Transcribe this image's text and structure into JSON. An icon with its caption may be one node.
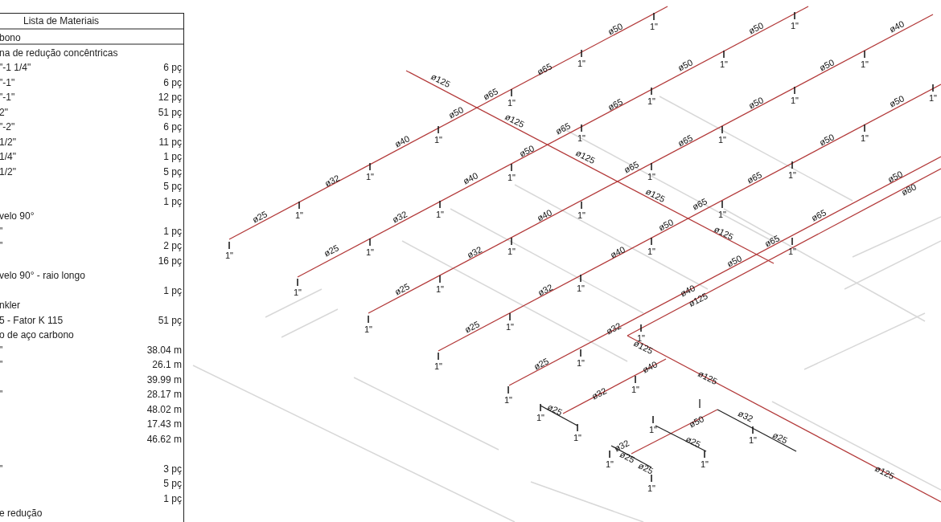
{
  "diagram": {
    "labels": [
      "Lista de Materiais",
      "bono",
      "na de redução concêntricas",
      "\"-1 1/4\"",
      "6 pç",
      "\"-1\"",
      "6 pç",
      "\"-1\"",
      "12 pç",
      "2\"",
      "51 pç",
      "\"-2\"",
      "6 pç",
      "1/2\"",
      "11 pç",
      "1/4\"",
      "1 pç",
      "1/2\"",
      "5 pç",
      "5 pç",
      "1 pç",
      "velo 90°",
      "\"",
      "1 pç",
      "\"",
      "2 pç",
      "16 pç",
      "velo 90° - raio longo",
      "1 pç",
      "nkler",
      "5 - Fator K 115",
      "51 pç",
      "o de aço carbono",
      "\"",
      "38.04 m",
      "\"",
      "26.1 m",
      "39.99 m",
      "\"",
      "28.17 m",
      "48.02 m",
      "17.43 m",
      "46.62 m",
      "\"",
      "3 pç",
      "5 pç",
      "1 pç",
      "e redução",
      "ø125",
      "ø125",
      "ø125",
      "ø125",
      "ø125",
      "ø25",
      "1\"",
      "1\"",
      "ø32",
      "1\"",
      "ø40",
      "1\"",
      "ø50",
      "ø65",
      "1\"",
      "ø65",
      "1\"",
      "ø50",
      "1\"",
      "1\"",
      "ø25",
      "1\"",
      "ø32",
      "1\"",
      "ø40",
      "1\"",
      "ø50",
      "ø65",
      "1\"",
      "ø65",
      "1\"",
      "ø50",
      "1\"",
      "ø50",
      "1\"",
      "1\"",
      "ø25",
      "1\"",
      "ø32",
      "1\"",
      "ø40",
      "1\"",
      "ø65",
      "1\"",
      "ø65",
      "1\"",
      "ø50",
      "1\"",
      "ø50",
      "1\"",
      "ø40",
      "1\"",
      "ø25",
      "1\"",
      "ø32",
      "1\"",
      "ø40",
      "1\"",
      "ø50",
      "ø65",
      "1\"",
      "ø65",
      "1\"",
      "ø50",
      "1\"",
      "ø50",
      "1\"",
      "1\"",
      "ø25",
      "1\"",
      "ø32",
      "1\"",
      "ø40",
      "ø50",
      "ø65",
      "1\"",
      "ø65",
      "ø50",
      "ø80",
      "ø125",
      "ø125",
      "ø125",
      "ø125",
      "ø25",
      "1\"",
      "1\"",
      "ø32",
      "1\"",
      "ø40",
      "1\"",
      "ø50",
      "ø32",
      "1\"",
      "ø25",
      "ø25",
      "1\"",
      "ø32",
      "ø25",
      "1\"",
      "ø25",
      "1\""
    ]
  }
}
